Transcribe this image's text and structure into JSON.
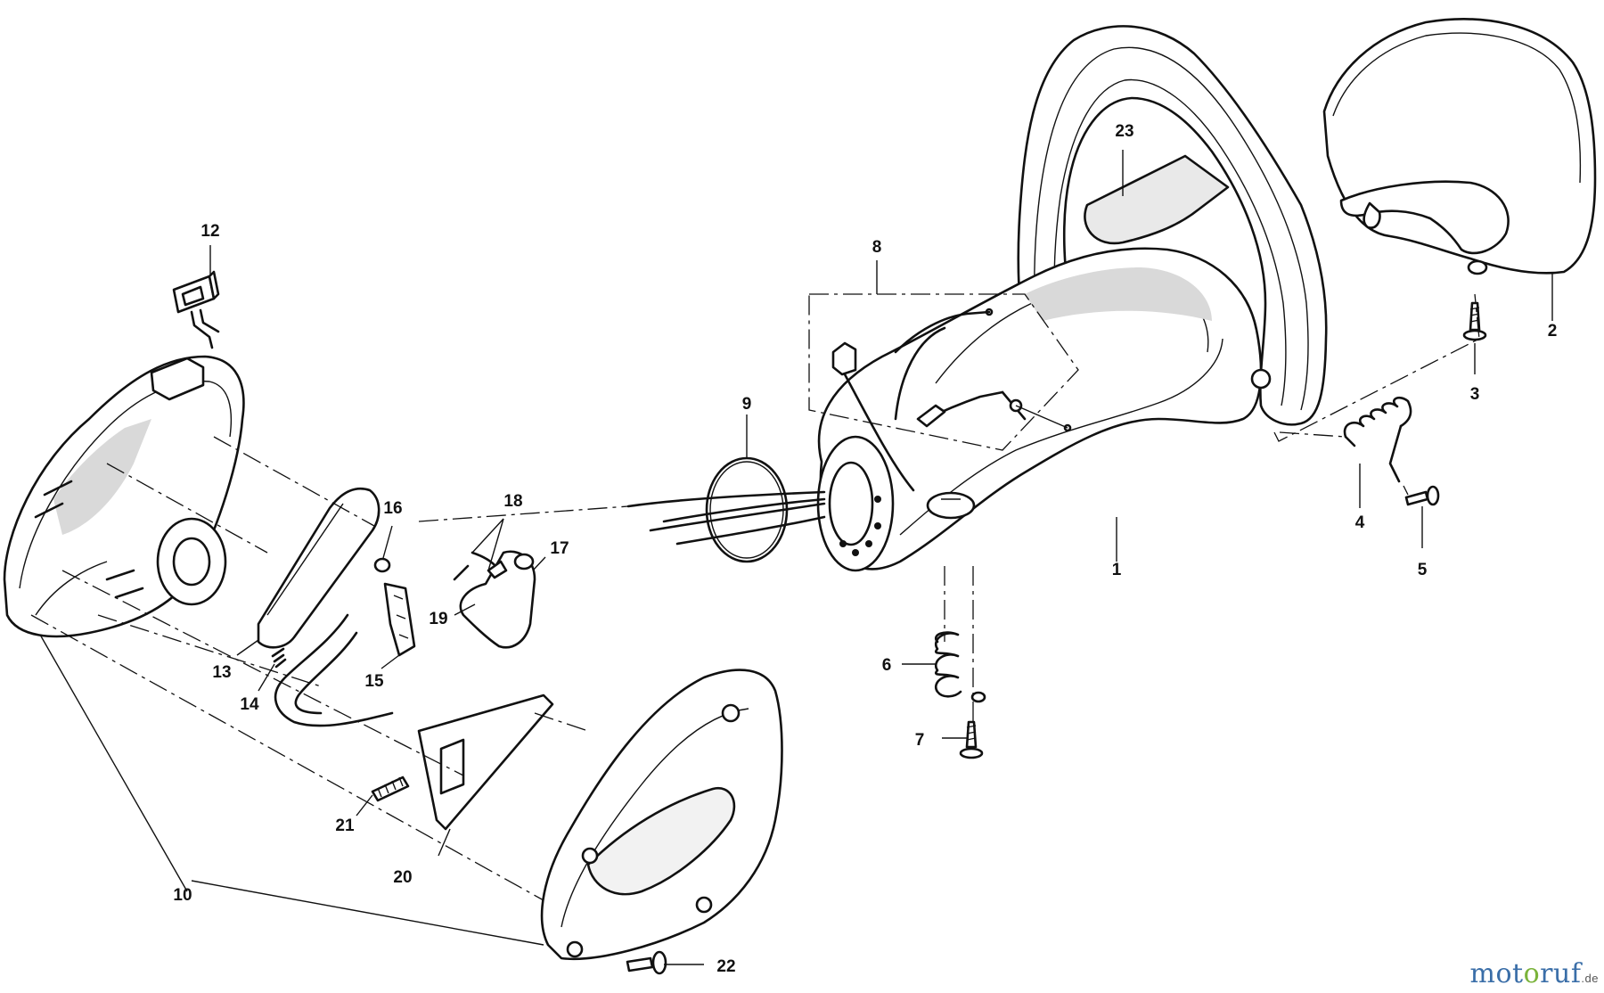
{
  "callouts": {
    "c1": "1",
    "c2": "2",
    "c3": "3",
    "c4": "4",
    "c5": "5",
    "c6": "6",
    "c7": "7",
    "c8": "8",
    "c9": "9",
    "c10": "10",
    "c11_unused": "",
    "c12": "12",
    "c13": "13",
    "c14": "14",
    "c15": "15",
    "c16": "16",
    "c17": "17",
    "c18": "18",
    "c19": "19",
    "c20": "20",
    "c21": "21",
    "c22": "22",
    "c23": "23"
  },
  "watermark": {
    "part1": "mot",
    "part2": "o",
    "part3": "ruf",
    "tld": ".de"
  }
}
